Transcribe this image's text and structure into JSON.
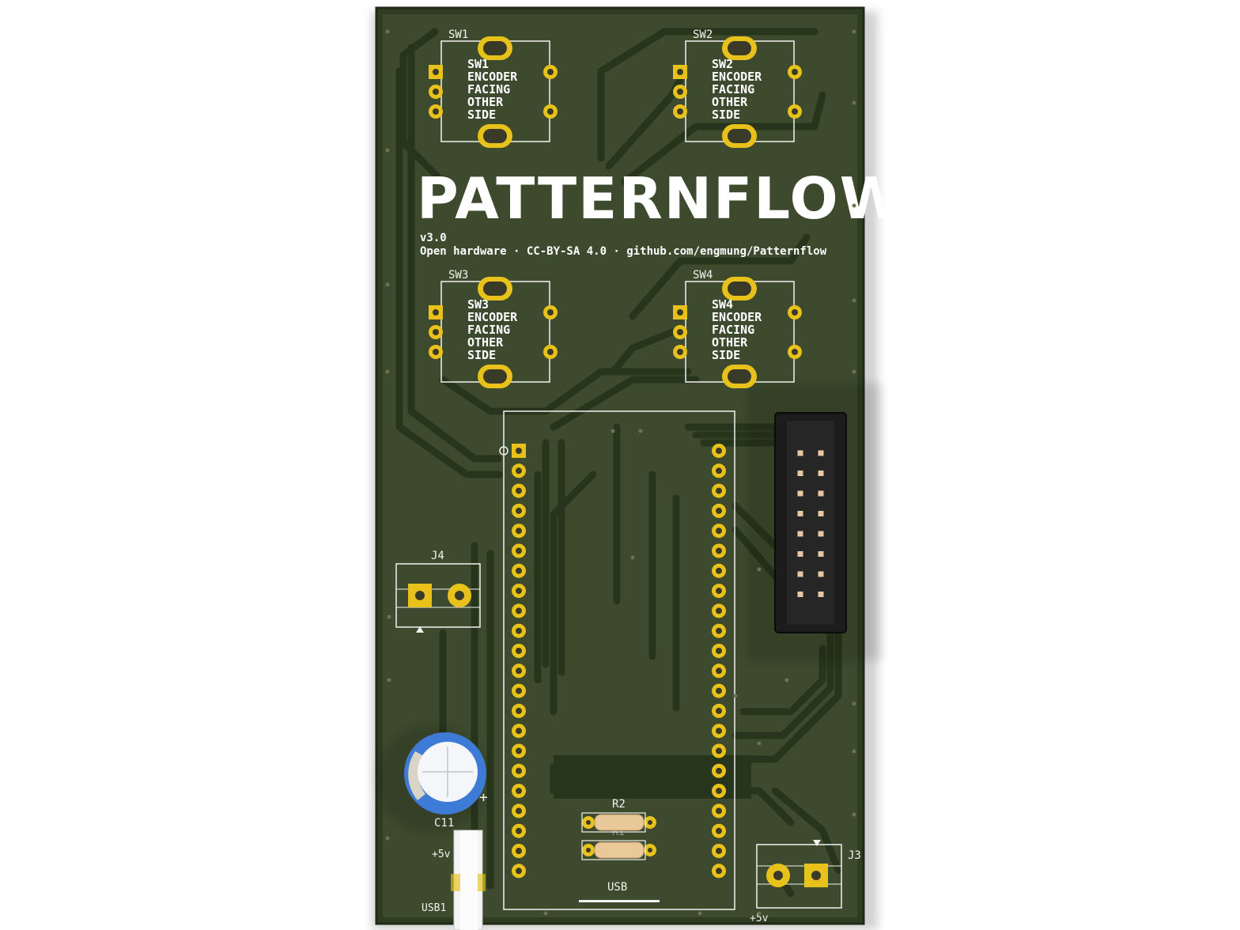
{
  "board": {
    "title": "PATTERNFLOW",
    "version": "v3.0",
    "license_line": "Open hardware · CC-BY-SA 4.0 · github.com/engmung/Patternflow",
    "colors": {
      "substrate": "#2f3f23",
      "mask": "#3f4a2f",
      "trace": "#4c5a37",
      "pad": "#e8c21a",
      "silk": "#f2f2ee"
    }
  },
  "switches": [
    {
      "ref": "SW1",
      "lines": [
        "SW1",
        "ENCODER",
        "FACING",
        "OTHER",
        "SIDE"
      ]
    },
    {
      "ref": "SW2",
      "lines": [
        "SW2",
        "ENCODER",
        "FACING",
        "OTHER",
        "SIDE"
      ]
    },
    {
      "ref": "SW3",
      "lines": [
        "SW3",
        "ENCODER",
        "FACING",
        "OTHER",
        "SIDE"
      ]
    },
    {
      "ref": "SW4",
      "lines": [
        "SW4",
        "ENCODER",
        "FACING",
        "OTHER",
        "SIDE"
      ]
    }
  ],
  "components": {
    "j4": "J4",
    "j3": "J3",
    "r1": "R1",
    "r2": "R2",
    "c11": "C11",
    "c11_plus": "+",
    "usb_label": "USB",
    "usb1": "USB1",
    "plus5v_left": "+5v",
    "plus5v_right": "+5v"
  },
  "header_pins": {
    "rows": 8,
    "cols": 2
  },
  "mcu_pins_per_side": 22
}
